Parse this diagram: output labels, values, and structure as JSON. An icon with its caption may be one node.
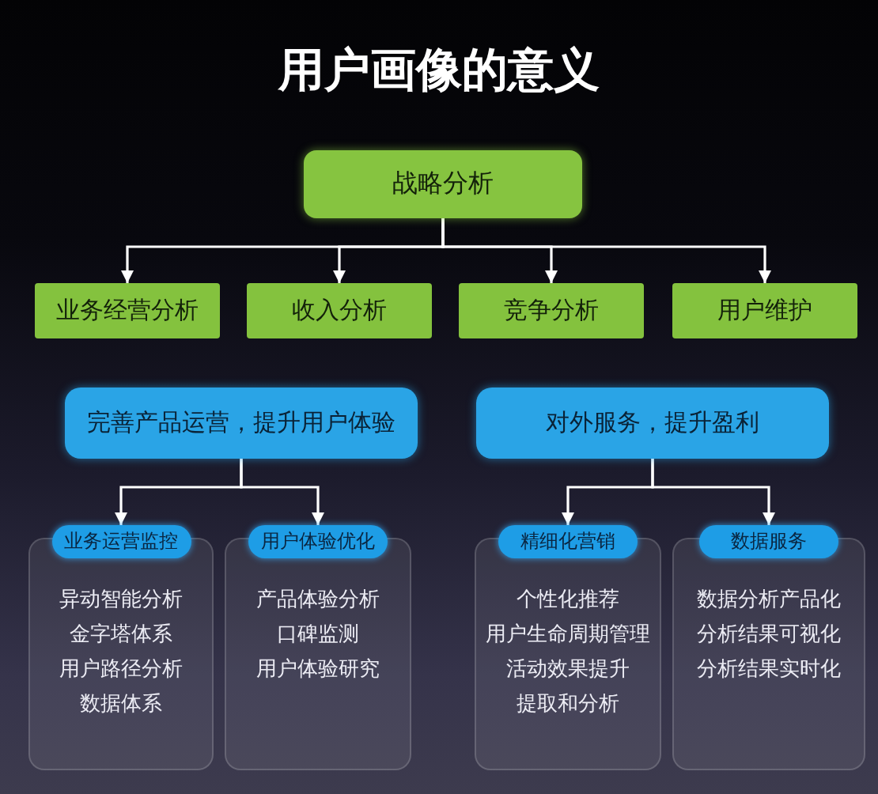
{
  "diagram": {
    "title": "用户画像的意义",
    "nodes": [
      {
        "text": [
          "战略分析"
        ]
      },
      {
        "text": [
          "业务经营分析"
        ]
      },
      {
        "text": [
          "收入分析"
        ]
      },
      {
        "text": [
          "竞争分析"
        ]
      },
      {
        "text": [
          "用户维护"
        ]
      },
      {
        "text": [
          "完善产品运营，提升用户体验"
        ]
      },
      {
        "text": [
          "对外服务，提升盈利"
        ]
      },
      {
        "text": [
          "业务运营监控",
          "异动智能分析",
          "金字塔体系",
          "用户路径分析",
          "数据体系"
        ]
      },
      {
        "text": [
          "用户体验优化",
          "产品体验分析",
          "口碑监测",
          "用户体验研究"
        ]
      },
      {
        "text": [
          "精细化营销",
          "个性化推荐",
          "用户生命周期管理",
          "活动效果提升",
          "提取和分析"
        ]
      },
      {
        "text": [
          "数据服务",
          "数据分析产品化",
          "分析结果可视化",
          "分析结果实时化"
        ]
      }
    ],
    "edges": [
      {
        "from": 0,
        "to": 1,
        "arrow": "to"
      },
      {
        "from": 0,
        "to": 2,
        "arrow": "to"
      },
      {
        "from": 0,
        "to": 3,
        "arrow": "to"
      },
      {
        "from": 0,
        "to": 4,
        "arrow": "to"
      },
      {
        "from": 5,
        "to": 7,
        "arrow": "to"
      },
      {
        "from": 5,
        "to": 8,
        "arrow": "to"
      },
      {
        "from": 6,
        "to": 9,
        "arrow": "to"
      },
      {
        "from": 6,
        "to": 10,
        "arrow": "to"
      }
    ]
  }
}
